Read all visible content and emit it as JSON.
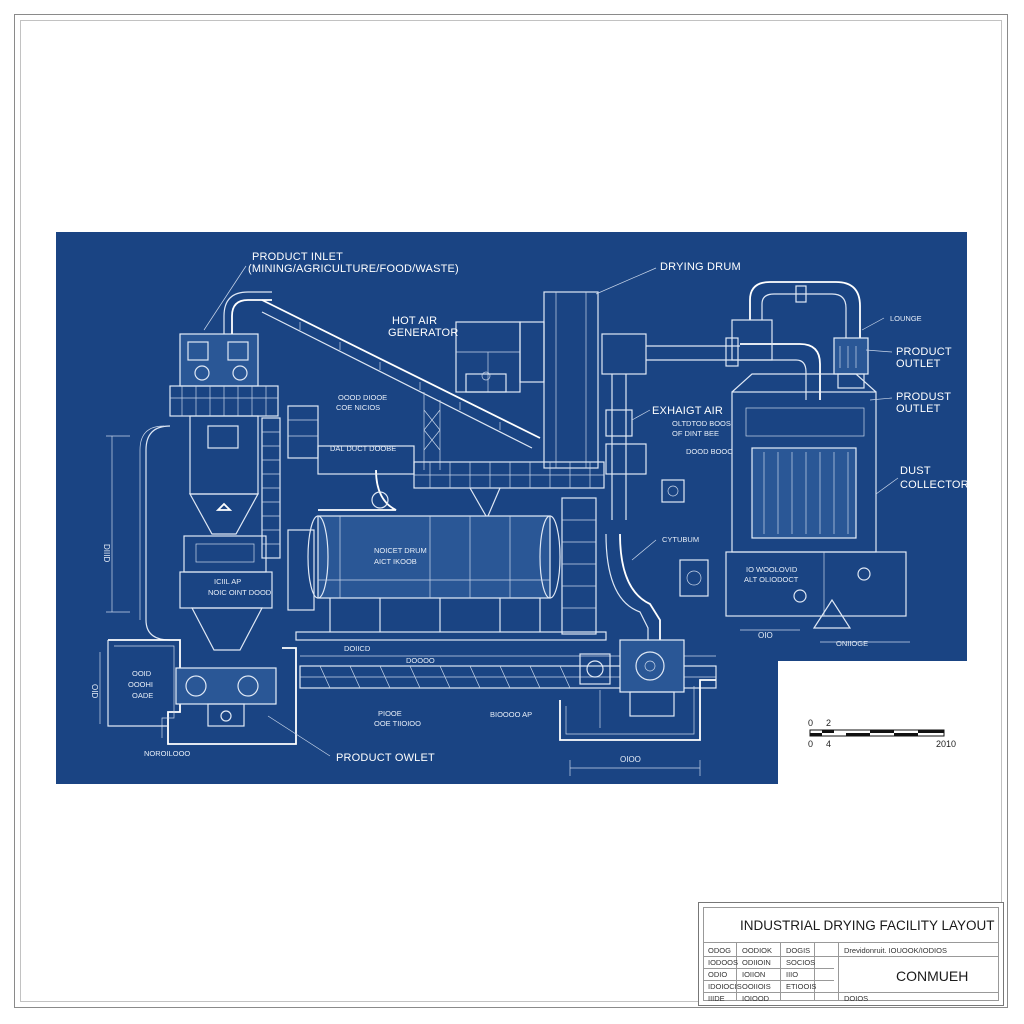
{
  "labels": {
    "product_inlet_1": "PRODUCT INLET",
    "product_inlet_2": "(MINING/AGRICULTURE/FOOD/WASTE)",
    "drying_drum": "DRYING DRUM",
    "hot_air_1": "HOT AIR",
    "hot_air_2": "GENERATOR",
    "lounge": "LOUNGE",
    "product_outlet_a1": "PRODUCT",
    "product_outlet_a2": "OUTLET",
    "product_outlet_b1": "PRODUST",
    "product_outlet_b2": "OUTLET",
    "exhaust_air": "EXHAIGT AIR",
    "dust_collector_1": "DUST",
    "dust_collector_2": "COLLECTOR",
    "cyclone": "CYTUBUM",
    "product_outlet_bottom": "PRODUCT OWLET",
    "drum_label_1": "NOICET DRUM",
    "drum_label_2": "AICT IKOOB",
    "small_1a": "OOOD DIOOE",
    "small_1b": "COE NICIOS",
    "small_2": "DAL DUCT DOOBE",
    "small_3a": "ICIIL AP",
    "small_3b": "NOIC OINT DOOD",
    "small_4a": "OLTDTOD BOOS",
    "small_4b": "OF DINT BEE",
    "small_5": "DOOD BOOC",
    "small_6a": "IO WOOLOVID",
    "small_6b": "ALT OLIODOCT",
    "small_7a": "OOID",
    "small_7b": "OOOHI",
    "small_7c": "OADE",
    "small_8": "NOROILOOO",
    "small_9a": "PIOOE",
    "small_9b": "OOE TIIOIOO",
    "small_10": "BIOOOO AP",
    "small_11": "DOIICD",
    "small_12": "DOOOO",
    "small_13": "ONIIOGE",
    "dim_left": "DIIID",
    "dim_left2": "OID",
    "dim_bottom": "OIOO",
    "dim_dc": "OIO"
  },
  "scale": {
    "tick_0_top": "0",
    "tick_0_bottom": "0",
    "tick_4": "4",
    "tick_2": "2",
    "tick_end": "2010"
  },
  "title_block": {
    "title": "INDUSTRIAL DRYING FACILITY LAYOUT",
    "company": "CONMUEH",
    "row1": [
      "ODOG",
      "OODIOK",
      "DOGIS",
      "Drevidonruit. IOUOOK/IODIOS"
    ],
    "row2": [
      "IODOOS",
      "ODIIOIN",
      "SOCIOS",
      ""
    ],
    "row3": [
      "ODIO",
      "IOIION",
      "IIIO",
      ""
    ],
    "row4": [
      "IDOIOCIS",
      "OOIIOIS",
      "ETIOOIS",
      ""
    ],
    "row5": [
      "IIIDE",
      "IOIOOD",
      "",
      "DOIOS"
    ]
  },
  "colors": {
    "blueprint": "#1a4483",
    "line": "#ffffff"
  }
}
